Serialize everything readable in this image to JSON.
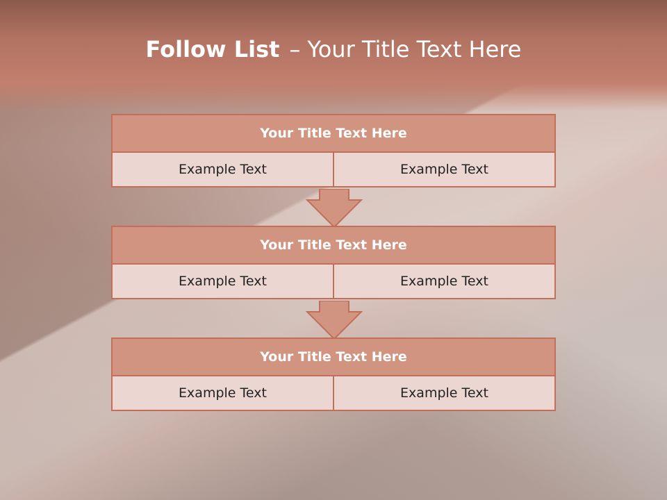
{
  "slide": {
    "title_bold": "Follow List",
    "title_separator": "–",
    "title_rest": "Your Title Text Here"
  },
  "blocks": [
    {
      "title": "Your Title Text Here",
      "left": "Example Text",
      "right": "Example Text"
    },
    {
      "title": "Your Title Text Here",
      "left": "Example Text",
      "right": "Example Text"
    },
    {
      "title": "Your Title Text Here",
      "left": "Example Text",
      "right": "Example Text"
    }
  ],
  "colors": {
    "header": "#b27363",
    "block_title_fill": "#d19480",
    "block_border": "#c26e58",
    "cell_fill": "#ebd6d2"
  }
}
